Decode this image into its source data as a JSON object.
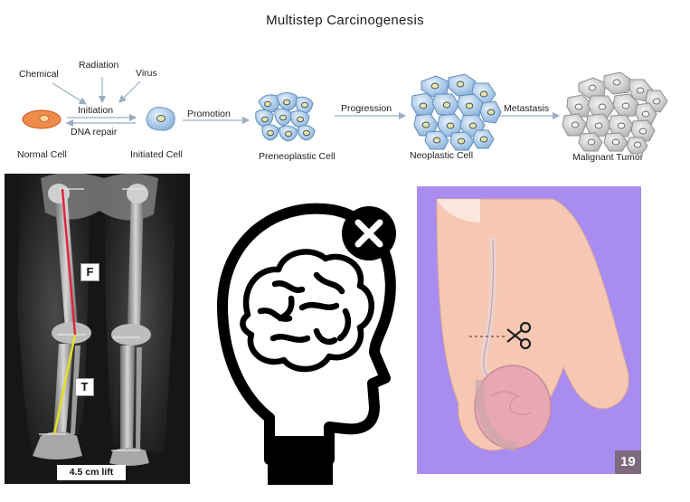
{
  "title": "Multistep Carcinogenesis",
  "carcinogenesis": {
    "inducers": [
      "Chemical",
      "Radiation",
      "Virus"
    ],
    "initiation_label": "Initiation",
    "dna_repair_label": "DNA repair",
    "stages": [
      "Normal Cell",
      "Initiated Cell",
      "Preneoplastic Cell",
      "Neoplastic Cell",
      "Malignant Tumor"
    ],
    "transitions": [
      "Promotion",
      "Progression",
      "Metastasis"
    ]
  },
  "xray": {
    "femur_label": "F",
    "tibia_label": "T",
    "lift_label": "4.5 cm lift",
    "femur_line_color": "#e0233a",
    "tibia_line_color": "#e6e21d"
  },
  "brain_icon": {
    "icon": "head-brain-x-icon",
    "color": "#000000"
  },
  "surgery": {
    "background_color": "#a98cf0",
    "skin_color": "#f6c8b3",
    "corner_label": "19",
    "icon": "scissors-icon"
  }
}
